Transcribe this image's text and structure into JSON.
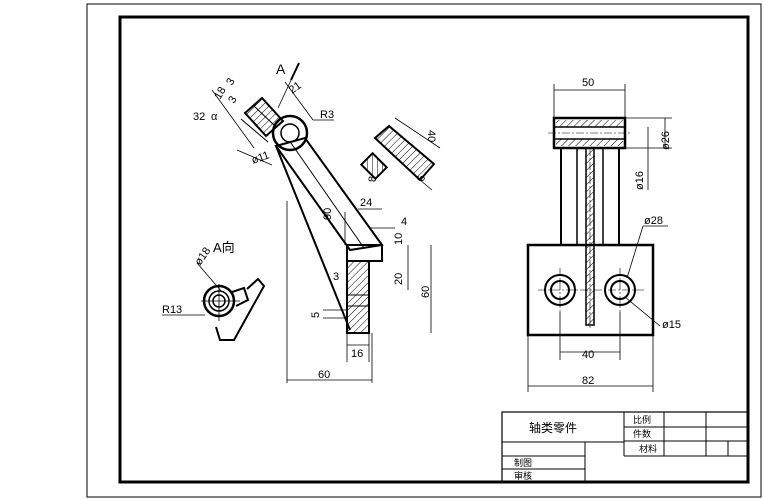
{
  "view_labels": {
    "section_a": "A",
    "view_a": "A向"
  },
  "dimensions": {
    "front_view": [
      "3",
      "18",
      "3",
      "32",
      "21",
      "R3",
      "ø11",
      "40",
      "8",
      "6",
      "90",
      "24",
      "4",
      "10",
      "20",
      "3",
      "5",
      "60",
      "16",
      "60"
    ],
    "side_view": [
      "50",
      "ø26",
      "ø16",
      "ø28",
      "ø15",
      "40",
      "82"
    ],
    "aux_view": [
      "ø18",
      "R13"
    ]
  },
  "angle_symbol": "α",
  "title_block": {
    "part_name": "轴类零件",
    "scale_label": "比例",
    "quantity_label": "件数",
    "material_label": "材料",
    "drawn_label": "制图",
    "checked_label": "审核"
  }
}
